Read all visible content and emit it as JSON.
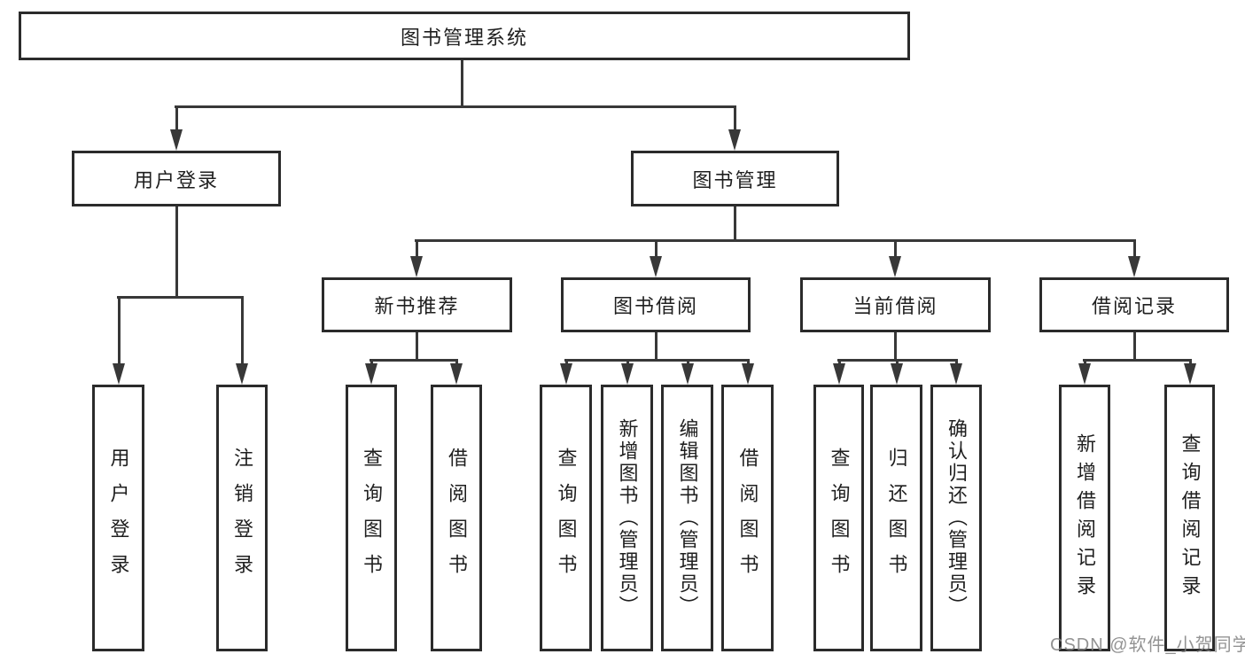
{
  "diagram": {
    "title": "图书管理系统",
    "colors": {
      "background": "#ffffff",
      "line": "#383838",
      "border": "#2b2b2b",
      "text": "#1f1f1f",
      "watermark": "#808080"
    },
    "nodes": {
      "root": {
        "label": "图书管理系统"
      },
      "user_login": {
        "label": "用户登录"
      },
      "book_management": {
        "label": "图书管理"
      },
      "new_book_recommend": {
        "label": "新书推荐"
      },
      "book_borrow": {
        "label": "图书借阅"
      },
      "current_borrow": {
        "label": "当前借阅"
      },
      "borrow_records": {
        "label": "借阅记录"
      },
      "leaf_user_login": {
        "label": "用户登录"
      },
      "leaf_logout": {
        "label": "注销登录"
      },
      "nb_query_books": {
        "label": "查询图书"
      },
      "nb_borrow_books": {
        "label": "借阅图书"
      },
      "bb_query_books": {
        "label": "查询图书"
      },
      "bb_add_books": {
        "label": "新增图书（管理员）"
      },
      "bb_edit_books": {
        "label": "编辑图书（管理员）"
      },
      "bb_borrow_books": {
        "label": "借阅图书"
      },
      "cb_query_books": {
        "label": "查询图书"
      },
      "cb_return_books": {
        "label": "归还图书"
      },
      "cb_confirm_return": {
        "label": "确认归还（管理员）"
      },
      "br_add_record": {
        "label": "新增借阅记录"
      },
      "br_query_record": {
        "label": "查询借阅记录"
      }
    },
    "watermark": "CSDN @软件_小贺同学"
  }
}
